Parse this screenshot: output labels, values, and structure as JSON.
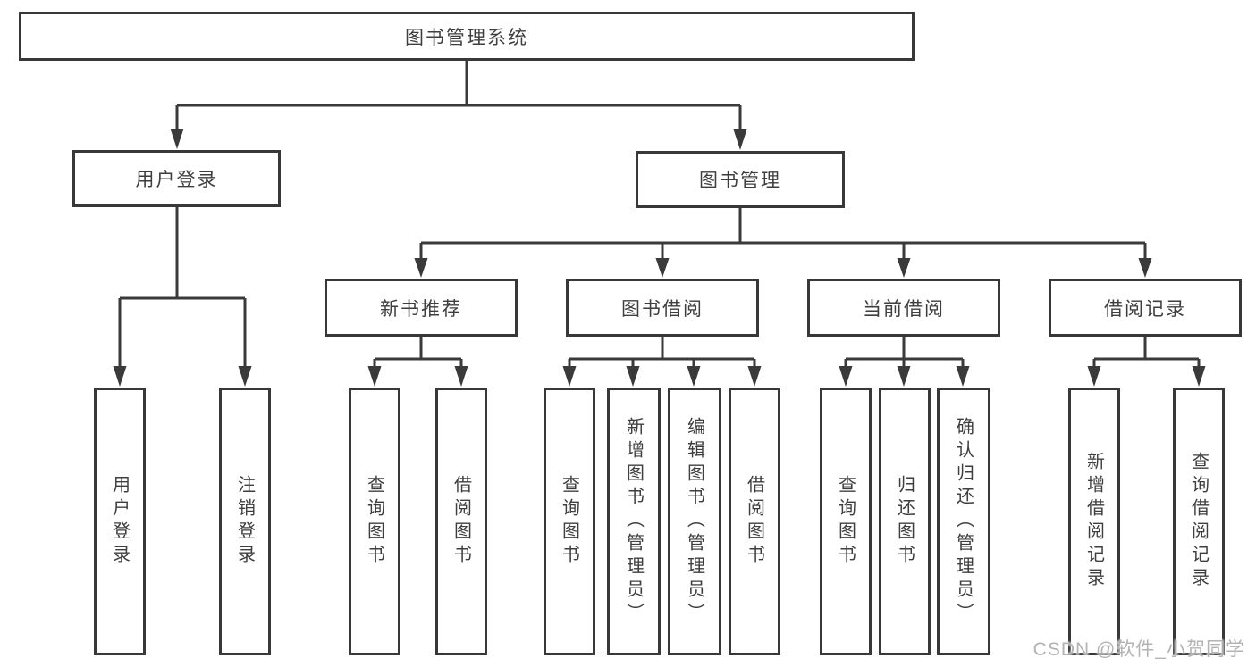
{
  "tree": {
    "root": {
      "label": "图书管理系统"
    },
    "level2": [
      {
        "label": "用户登录"
      },
      {
        "label": "图书管理"
      }
    ],
    "level3": [
      {
        "label": "新书推荐",
        "parent": "图书管理"
      },
      {
        "label": "图书借阅",
        "parent": "图书管理"
      },
      {
        "label": "当前借阅",
        "parent": "图书管理"
      },
      {
        "label": "借阅记录",
        "parent": "图书管理"
      }
    ],
    "leaves": [
      {
        "group": "用户登录",
        "label": "用户登录"
      },
      {
        "group": "用户登录",
        "label": "注销登录"
      },
      {
        "group": "新书推荐",
        "label": "查询图书"
      },
      {
        "group": "新书推荐",
        "label": "借阅图书"
      },
      {
        "group": "图书借阅",
        "label": "查询图书"
      },
      {
        "group": "图书借阅",
        "label": "新增图书（管理员）"
      },
      {
        "group": "图书借阅",
        "label": "编辑图书（管理员）"
      },
      {
        "group": "图书借阅",
        "label": "借阅图书"
      },
      {
        "group": "当前借阅",
        "label": "查询图书"
      },
      {
        "group": "当前借阅",
        "label": "归还图书"
      },
      {
        "group": "当前借阅",
        "label": "确认归还（管理员）"
      },
      {
        "group": "借阅记录",
        "label": "新增借阅记录"
      },
      {
        "group": "借阅记录",
        "label": "查询借阅记录"
      }
    ]
  },
  "watermark": {
    "text": "CSDN @软件_小贺同学"
  },
  "colors": {
    "line": "#3a3a3a",
    "box_border": "#383838",
    "text": "#3e3e3e",
    "watermark": "#ababab",
    "background": "#ffffff"
  }
}
